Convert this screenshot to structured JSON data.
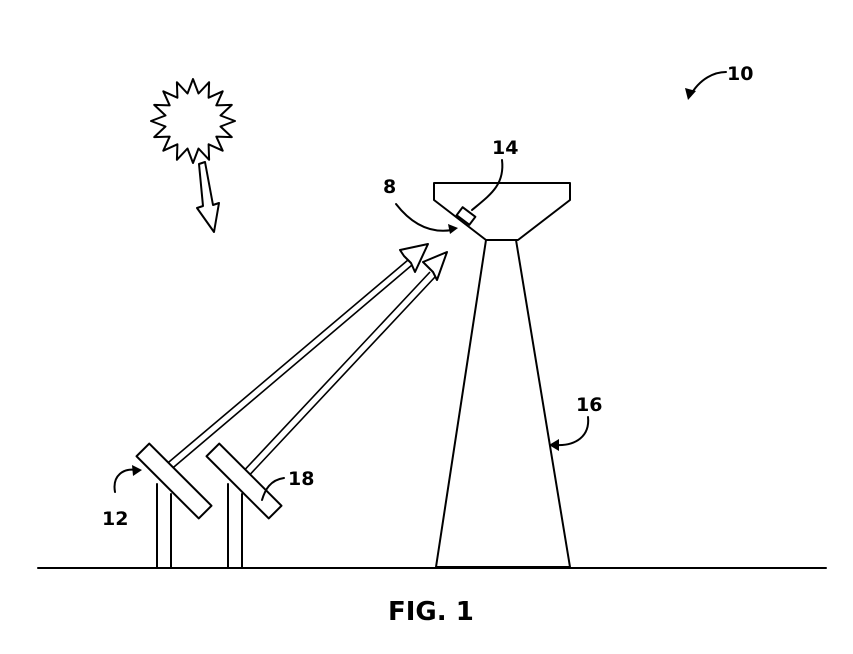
{
  "figure": {
    "caption": "FIG. 1",
    "colors": {
      "ink": "#000000",
      "paper": "#ffffff"
    }
  },
  "labels": {
    "system": "10",
    "receiver_region": "8",
    "sensor": "14",
    "heliostat_a": "12",
    "heliostat_b": "18",
    "tower": "16"
  }
}
